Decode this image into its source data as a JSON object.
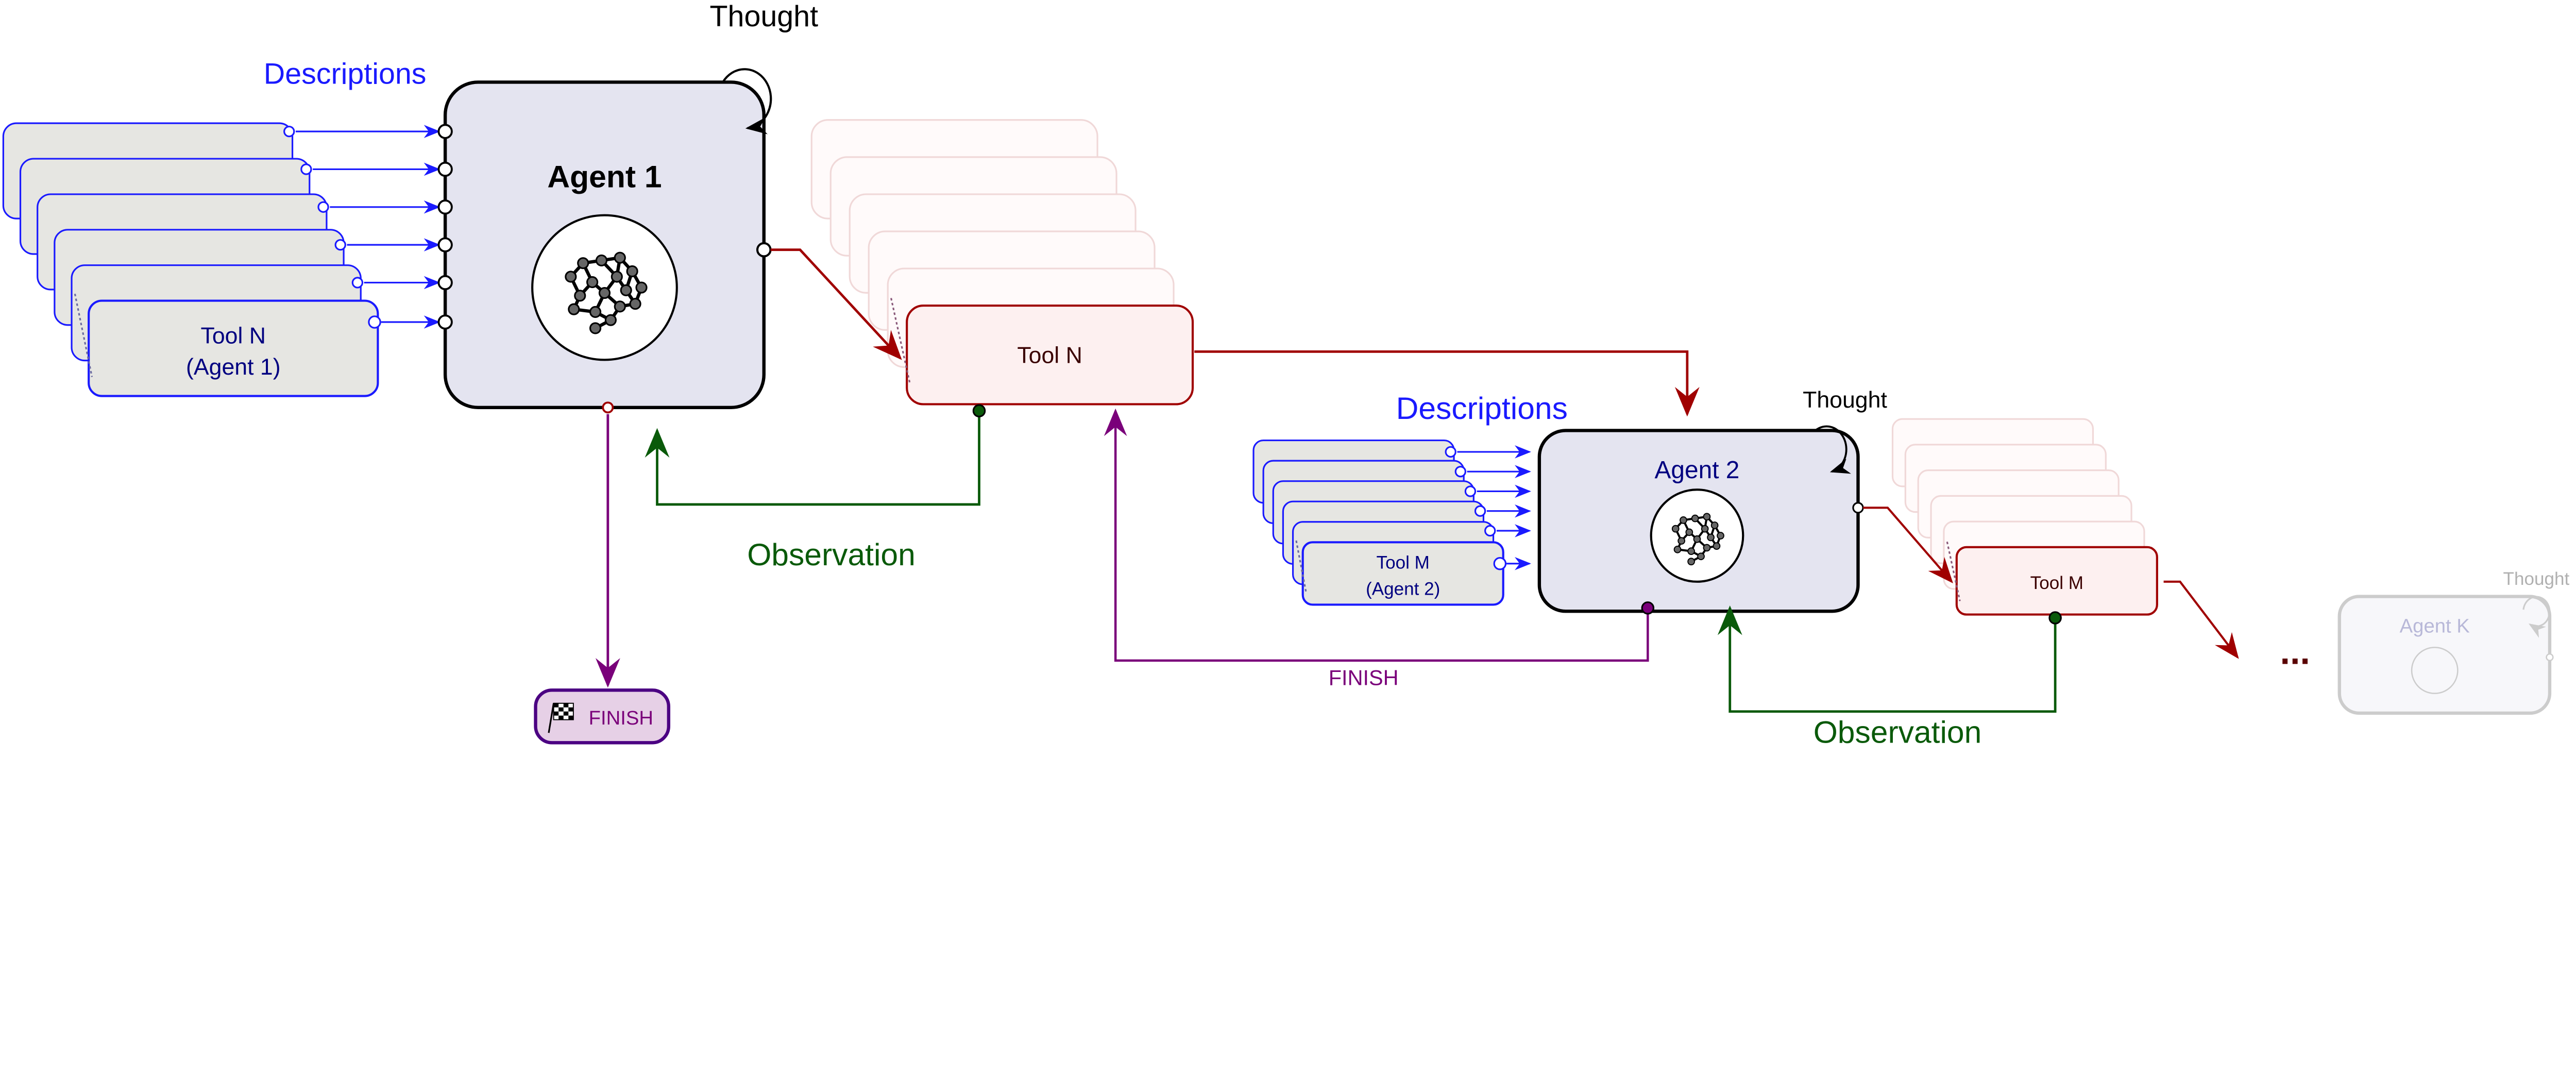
{
  "agent1": {
    "title": "Agent 1",
    "thought": "Thought",
    "descriptions": "Descriptions",
    "tool_label_line1": "Tool N",
    "tool_label_line2": "(Agent 1)",
    "output_tool": "Tool N"
  },
  "agent2": {
    "title": "Agent 2",
    "thought": "Thought",
    "descriptions": "Descriptions",
    "tool_label_line1": "Tool M",
    "tool_label_line2": "(Agent 2)",
    "output_tool": "Tool M"
  },
  "agentK": {
    "title": "Agent K",
    "thought": "Thought"
  },
  "observation1": "Observation",
  "observation2": "Observation",
  "finish_node": {
    "label": "FINISH",
    "icon": "checkered-flag-icon"
  },
  "finish_edge": "FINISH",
  "ellipsis": "...",
  "colors": {
    "description": "#1a1aff",
    "action": "#a00000",
    "observation": "#0a5a0a",
    "finish": "#7a007a",
    "agent_fill": "#e4e4f0",
    "tool_fill": "#e6e6e2",
    "tool_out_fill": "#fdf0f0"
  }
}
